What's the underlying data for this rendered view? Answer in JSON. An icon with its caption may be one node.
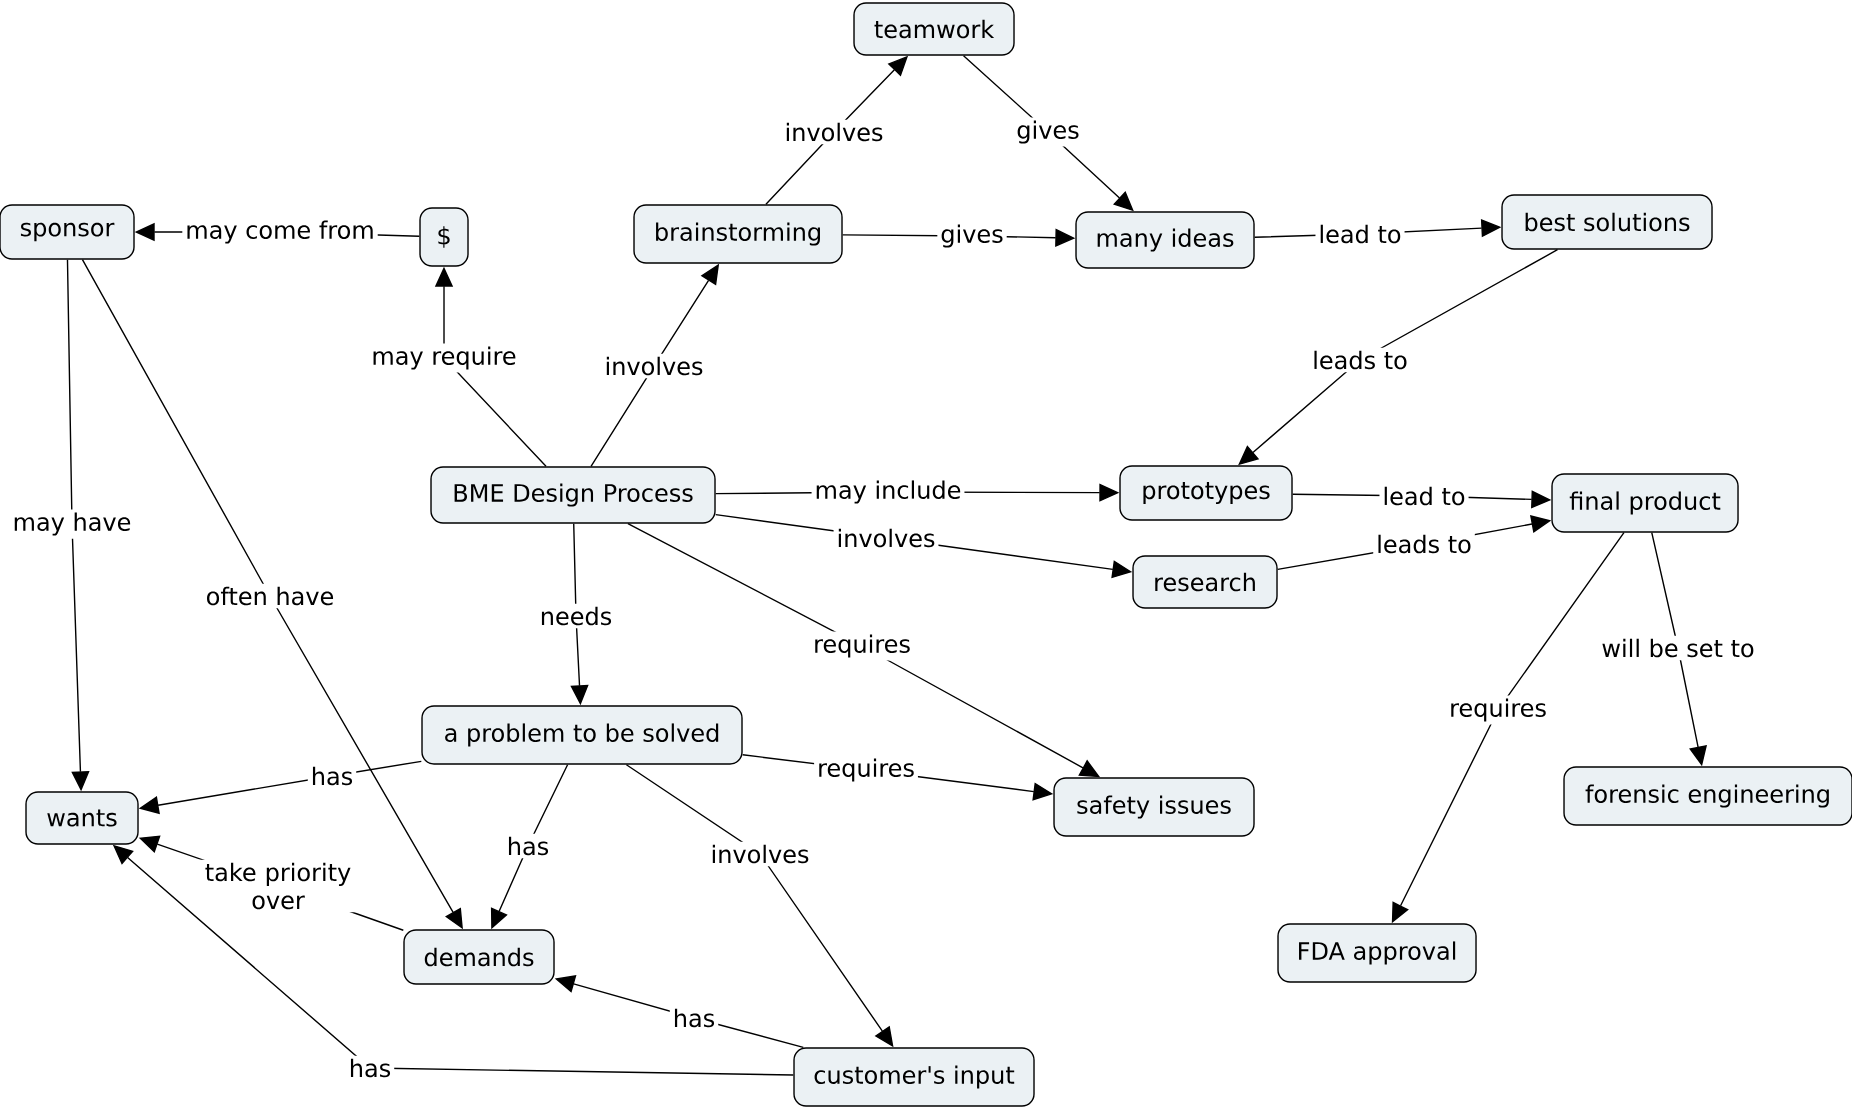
{
  "diagram": {
    "nodes": [
      {
        "text": [
          "teamwork"
        ]
      },
      {
        "text": [
          "sponsor"
        ]
      },
      {
        "text": [
          "$"
        ]
      },
      {
        "text": [
          "brainstorming"
        ]
      },
      {
        "text": [
          "many ideas"
        ]
      },
      {
        "text": [
          "best solutions"
        ]
      },
      {
        "text": [
          "BME Design Process"
        ]
      },
      {
        "text": [
          "prototypes"
        ]
      },
      {
        "text": [
          "final product"
        ]
      },
      {
        "text": [
          "research"
        ]
      },
      {
        "text": [
          "a problem to be solved"
        ]
      },
      {
        "text": [
          "wants"
        ]
      },
      {
        "text": [
          "safety issues"
        ]
      },
      {
        "text": [
          "forensic engineering"
        ]
      },
      {
        "text": [
          "demands"
        ]
      },
      {
        "text": [
          "FDA approval"
        ]
      },
      {
        "text": [
          "customer's input"
        ]
      }
    ],
    "edges": [
      {
        "from": 3,
        "to": 0,
        "arrow": "to",
        "label": "involves"
      },
      {
        "from": 0,
        "to": 4,
        "arrow": "to",
        "label": "gives"
      },
      {
        "from": 2,
        "to": 1,
        "arrow": "to",
        "label": "may come from"
      },
      {
        "from": 3,
        "to": 4,
        "arrow": "to",
        "label": "gives"
      },
      {
        "from": 4,
        "to": 5,
        "arrow": "to",
        "label": "lead to"
      },
      {
        "from": 6,
        "to": 2,
        "arrow": "to",
        "label": "may require"
      },
      {
        "from": 6,
        "to": 3,
        "arrow": "to",
        "label": "involves"
      },
      {
        "from": 5,
        "to": 7,
        "arrow": "to",
        "label": "leads to"
      },
      {
        "from": 6,
        "to": 7,
        "arrow": "to",
        "label": "may include"
      },
      {
        "from": 7,
        "to": 8,
        "arrow": "to",
        "label": "lead to"
      },
      {
        "from": 6,
        "to": 9,
        "arrow": "to",
        "label": "involves"
      },
      {
        "from": 9,
        "to": 8,
        "arrow": "to",
        "label": "leads to"
      },
      {
        "from": 1,
        "to": 11,
        "arrow": "to",
        "label": "may have"
      },
      {
        "from": 1,
        "to": 14,
        "arrow": "to",
        "label": "often have"
      },
      {
        "from": 6,
        "to": 10,
        "arrow": "to",
        "label": "needs"
      },
      {
        "from": 6,
        "to": 12,
        "arrow": "to",
        "label": "requires"
      },
      {
        "from": 8,
        "to": 15,
        "arrow": "to",
        "label": "requires"
      },
      {
        "from": 8,
        "to": 13,
        "arrow": "to",
        "label": "will be set to"
      },
      {
        "from": 10,
        "to": 11,
        "arrow": "to",
        "label": "has"
      },
      {
        "from": 10,
        "to": 12,
        "arrow": "to",
        "label": "requires"
      },
      {
        "from": 10,
        "to": 14,
        "arrow": "to",
        "label": "has"
      },
      {
        "from": 10,
        "to": 16,
        "arrow": "to",
        "label": "involves"
      },
      {
        "from": 14,
        "to": 11,
        "arrow": "to",
        "label": "take priority over"
      },
      {
        "from": 16,
        "to": 14,
        "arrow": "to",
        "label": "has"
      },
      {
        "from": 16,
        "to": 11,
        "arrow": "to",
        "label": "has"
      }
    ]
  }
}
